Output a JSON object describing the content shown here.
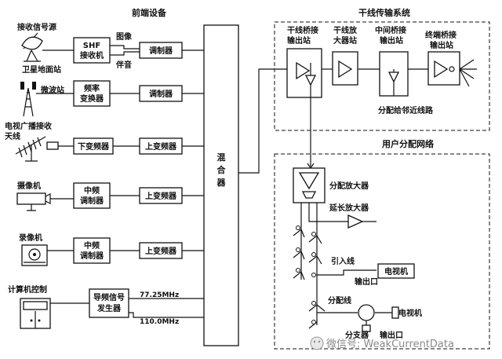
{
  "headers": {
    "front_end": "前端设备",
    "trunk": "干线传输系统",
    "user_network": "用户分配网络"
  },
  "sources": {
    "satellite_signal": "接收信号源",
    "satellite_station": "卫星地面站",
    "microwave": "微波站",
    "tv_antenna_line1": "电视广播接收",
    "tv_antenna_line2": "天线",
    "camera": "摄像机",
    "vcr": "录像机",
    "computer": "计算机控制"
  },
  "front_boxes": {
    "shf_line1": "SHF",
    "shf_line2": "接收机",
    "freq_conv_line1": "频率",
    "freq_conv_line2": "变换器",
    "down_converter": "下变频器",
    "if_mod1_line1": "中频",
    "if_mod1_line2": "调制器",
    "if_mod2_line1": "中频",
    "if_mod2_line2": "调制器",
    "pilot_line1": "导频信号",
    "pilot_line2": "发生器",
    "modulator1": "调制器",
    "modulator2": "调制器",
    "up_conv1": "上变频器",
    "up_conv2": "上变频器",
    "up_conv3": "上变频器",
    "mixer_chars": [
      "混",
      "合",
      "器"
    ]
  },
  "signal_labels": {
    "image": "图像",
    "audio": "伴音",
    "pilot_freq_1": "77.25MHz",
    "pilot_freq_2": "110.0MHz"
  },
  "trunk_labels": {
    "bridge_station_l1": "干线桥接",
    "bridge_station_l2": "输出站",
    "amp_station_l1": "干线放",
    "amp_station_l2": "大器站",
    "mid_bridge_l1": "中间桥接",
    "mid_bridge_l2": "输出站",
    "end_bridge_l1": "终端桥接",
    "end_bridge_l2": "输出站",
    "to_nearby": "分配给邻近线路"
  },
  "user_labels": {
    "dist_amp": "分配放大器",
    "ext_amp": "延长放大器",
    "drop_line": "引入线",
    "outlet1": "输出口",
    "tv1": "电视机",
    "dist_line": "分配线",
    "tv2": "电视机",
    "splitter": "分支器",
    "outlet2": "输出口"
  },
  "watermark": "微信号: WeakCurrentData"
}
